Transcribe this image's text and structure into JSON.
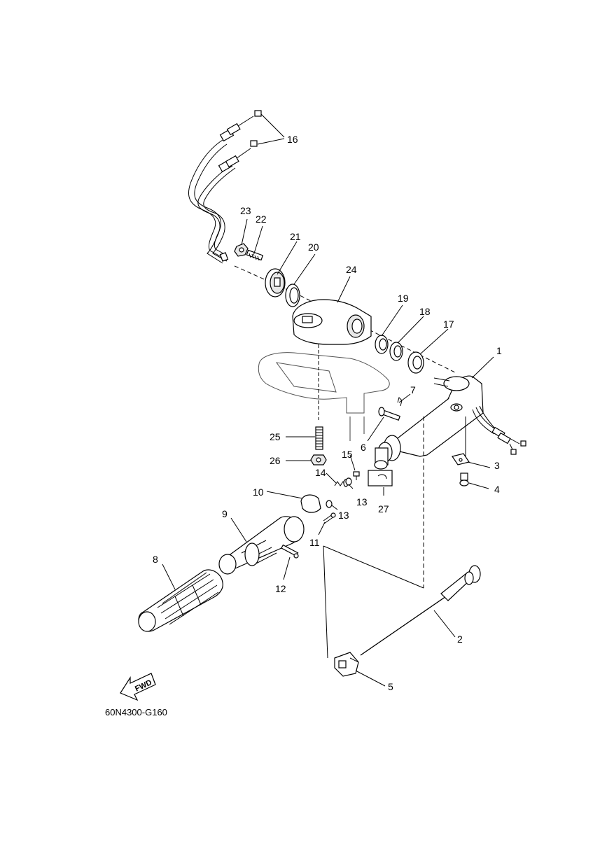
{
  "diagram": {
    "drawing_code": "60N4300-G160",
    "fwd_label": "FWD",
    "callouts": [
      {
        "id": "1",
        "text": "1"
      },
      {
        "id": "2",
        "text": "2"
      },
      {
        "id": "3",
        "text": "3"
      },
      {
        "id": "4",
        "text": "4"
      },
      {
        "id": "5",
        "text": "5"
      },
      {
        "id": "6",
        "text": "6"
      },
      {
        "id": "7",
        "text": "7"
      },
      {
        "id": "8",
        "text": "8"
      },
      {
        "id": "9",
        "text": "9"
      },
      {
        "id": "10",
        "text": "10"
      },
      {
        "id": "11",
        "text": "11"
      },
      {
        "id": "12",
        "text": "12"
      },
      {
        "id": "13a",
        "text": "13"
      },
      {
        "id": "13b",
        "text": "13"
      },
      {
        "id": "14",
        "text": "14"
      },
      {
        "id": "15",
        "text": "15"
      },
      {
        "id": "16",
        "text": "16"
      },
      {
        "id": "17",
        "text": "17"
      },
      {
        "id": "18",
        "text": "18"
      },
      {
        "id": "19",
        "text": "19"
      },
      {
        "id": "20",
        "text": "20"
      },
      {
        "id": "21",
        "text": "21"
      },
      {
        "id": "22",
        "text": "22"
      },
      {
        "id": "23",
        "text": "23"
      },
      {
        "id": "24",
        "text": "24"
      },
      {
        "id": "25",
        "text": "25"
      },
      {
        "id": "26",
        "text": "26"
      },
      {
        "id": "27",
        "text": "27"
      }
    ]
  }
}
